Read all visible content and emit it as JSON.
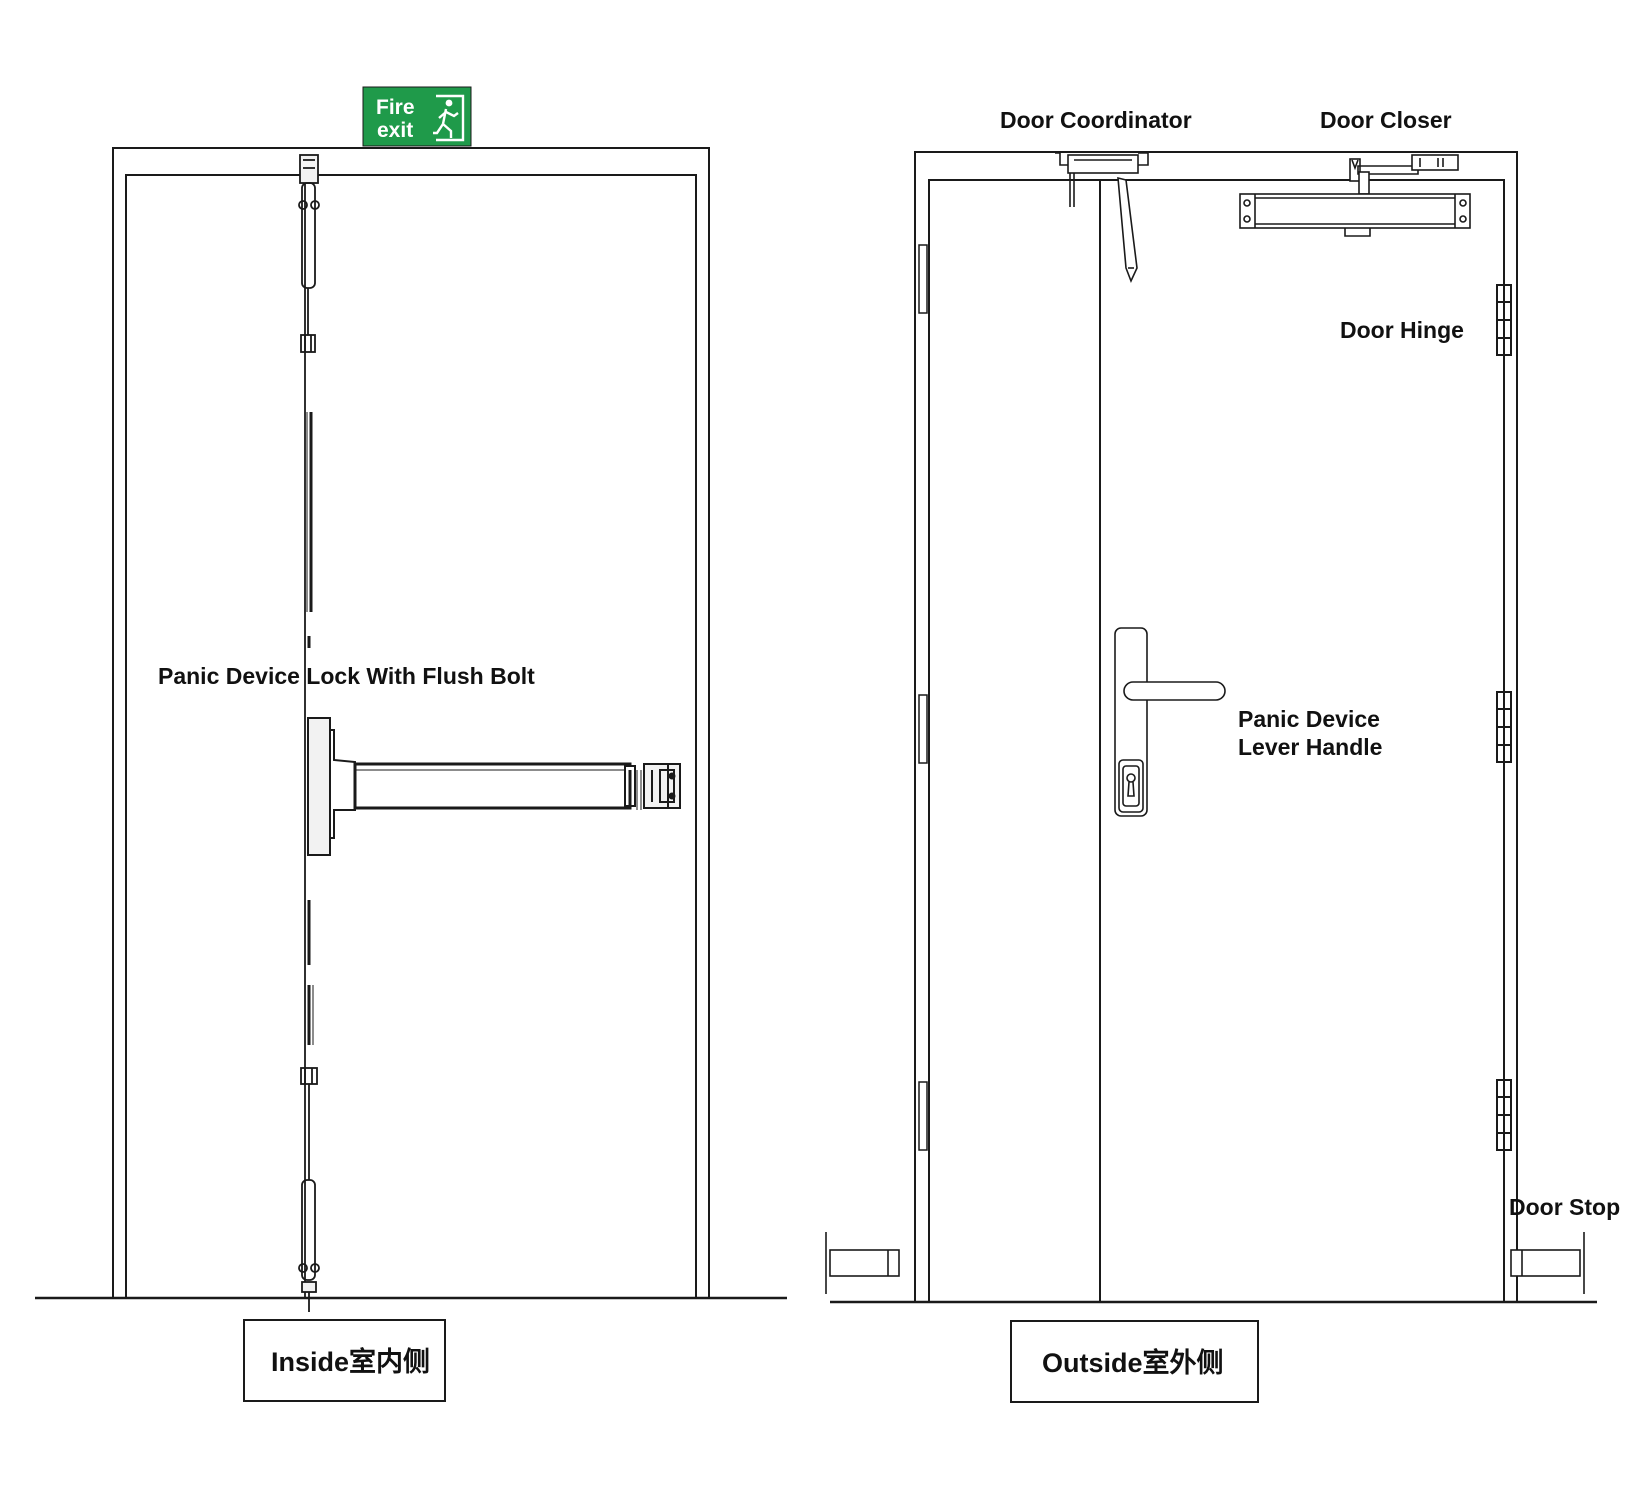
{
  "colors": {
    "sign_green": "#1f9a4a",
    "line": "#1a1a1a",
    "fill_light": "#f2f2f2"
  },
  "icons": {
    "exit_sign_icon": "running-man-door-icon"
  },
  "sign": {
    "line1": "Fire",
    "line2": "exit"
  },
  "labels": {
    "panic_lock": "Panic Device Lock With Flush Bolt",
    "door_coordinator": "Door Coordinator",
    "door_closer": "Door Closer",
    "door_hinge": "Door Hinge",
    "panic_lever_line1": "Panic Device",
    "panic_lever_line2": "Lever Handle",
    "door_stop": "Door Stop"
  },
  "captions": {
    "inside": "Inside室内侧",
    "outside": "Outside室外侧"
  }
}
